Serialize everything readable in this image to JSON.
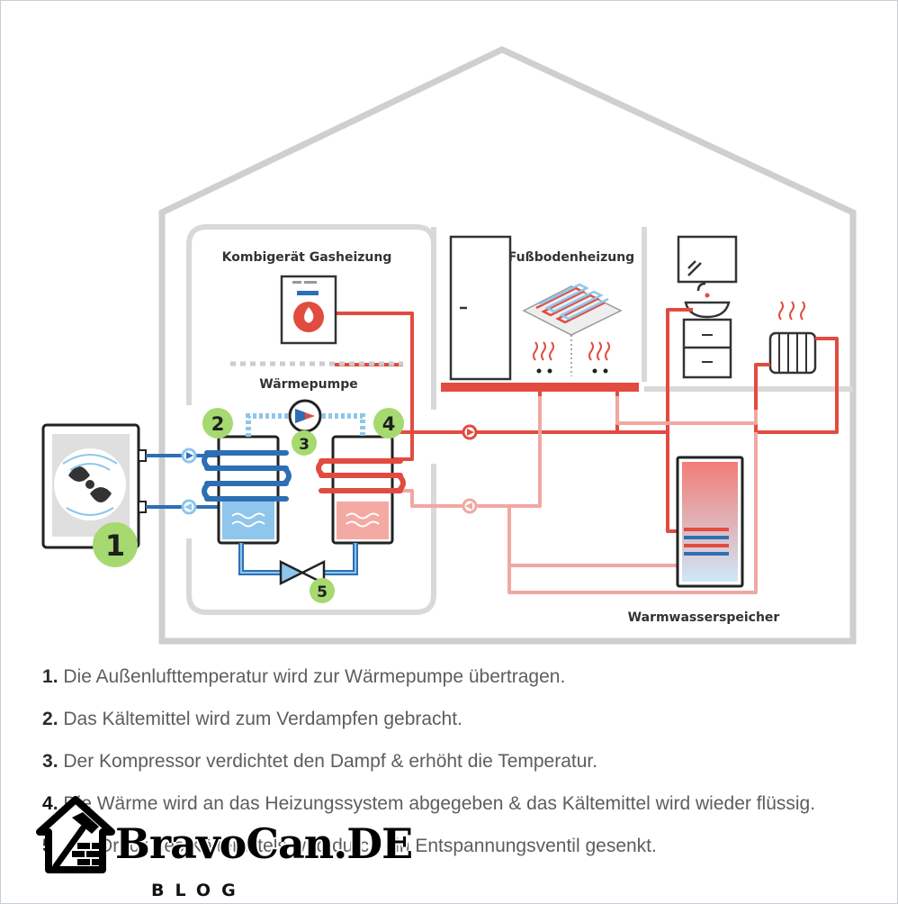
{
  "labels": {
    "gas_boiler": "Kombigerät Gasheizung",
    "heat_pump": "Wärmepumpe",
    "floor_heating": "Fußbodenheizung",
    "water_tank": "Warmwasserspeicher"
  },
  "markers": [
    "1",
    "2",
    "3",
    "4",
    "5"
  ],
  "steps": [
    {
      "n": "1",
      "sep": ". ",
      "text": "Die Außenlufttemperatur wird zur Wärmepumpe übertragen."
    },
    {
      "n": "2",
      "sep": ". ",
      "text": "Das Kältemittel wird zum Verdampfen gebracht."
    },
    {
      "n": "3",
      "sep": ". ",
      "text": "Der Kompressor verdichtet den Dampf & erhöht die Temperatur."
    },
    {
      "n": "4",
      "sep": ". ",
      "text": "Die Wärme wird an das Heizungssystem abgegeben & das Kältemittel wird wieder flüssig."
    },
    {
      "n": "5",
      "sep": ". ",
      "text": "Der Druck des Kältemittels wird durch ein Entspannungsventil gesenkt."
    }
  ],
  "logo": {
    "name": "BravoCan.DE",
    "sub": "BLOG"
  },
  "colors": {
    "house": "#cfcfcf",
    "room": "#d9d9d9",
    "hot": "#e24b3f",
    "hot_light": "#f0a8a2",
    "cold": "#2d6fb5",
    "cold_light": "#8ec6ec",
    "badge": "#a6d96f",
    "outline": "#333333"
  }
}
